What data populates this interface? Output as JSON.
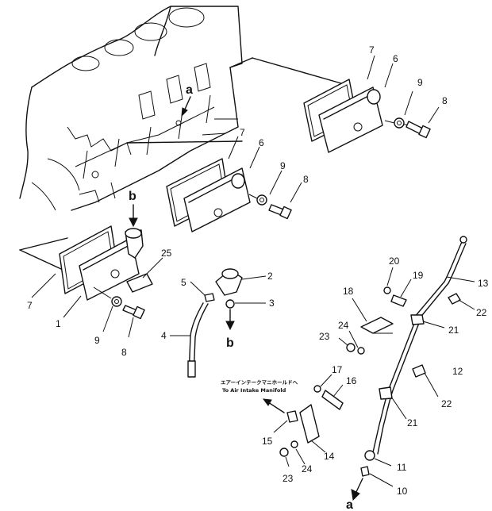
{
  "diagram": {
    "part_numbers": [
      "1",
      "2",
      "3",
      "4",
      "5",
      "6",
      "7",
      "8",
      "9",
      "10",
      "11",
      "12",
      "13",
      "14",
      "15",
      "16",
      "17",
      "18",
      "19",
      "20",
      "21",
      "22",
      "23",
      "24",
      "25"
    ],
    "callouts": {
      "c7_top": "7",
      "c6_top": "6",
      "c9_top": "9",
      "c8_top": "8",
      "c7_mid": "7",
      "c6_mid": "6",
      "c9_mid": "9",
      "c8_mid": "8",
      "c7_low": "7",
      "c1": "1",
      "c9_low": "9",
      "c8_low": "8",
      "c25": "25",
      "c2": "2",
      "c5": "5",
      "c3": "3",
      "c4": "4",
      "c13": "13",
      "c20": "20",
      "c19": "19",
      "c18": "18",
      "c22_top": "22",
      "c24_top": "24",
      "c23_top": "23",
      "c21_top": "21",
      "c12": "12",
      "c17": "17",
      "c16": "16",
      "c22_low": "22",
      "c21_low": "21",
      "c15": "15",
      "c14": "14",
      "c24_low": "24",
      "c23_low": "23",
      "c11": "11",
      "c10": "10"
    },
    "reference_letters": {
      "a_top": "a",
      "b_top": "b",
      "b_low": "b",
      "a_low": "a"
    },
    "annotation": {
      "japanese": "エアーインテークマニホールドへ",
      "english": "To Air Intake Manifold"
    }
  }
}
